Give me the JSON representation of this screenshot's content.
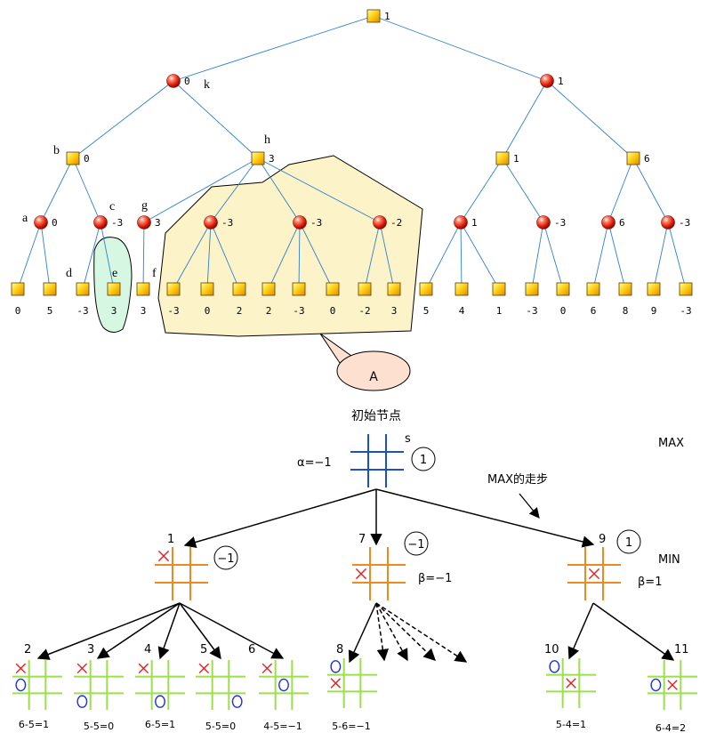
{
  "tree": {
    "nodes": [
      {
        "id": "root",
        "kind": "max",
        "value": "1"
      },
      {
        "id": "k",
        "kind": "min",
        "value": "0",
        "tag": "k"
      },
      {
        "id": "r1",
        "kind": "min",
        "value": "1"
      },
      {
        "id": "b",
        "kind": "max",
        "value": "0",
        "tag": "b"
      },
      {
        "id": "h",
        "kind": "max",
        "value": "3",
        "tag": "h"
      },
      {
        "id": "r2a",
        "kind": "max",
        "value": "1"
      },
      {
        "id": "r2b",
        "kind": "max",
        "value": "6"
      },
      {
        "id": "a",
        "kind": "min",
        "value": "0",
        "tag": "a"
      },
      {
        "id": "c",
        "kind": "min",
        "value": "-3",
        "tag": "c"
      },
      {
        "id": "g",
        "kind": "min",
        "value": "3",
        "tag": "g"
      },
      {
        "id": "h1",
        "kind": "min",
        "value": "-3"
      },
      {
        "id": "h2",
        "kind": "min",
        "value": "-3"
      },
      {
        "id": "h3",
        "kind": "min",
        "value": "-2"
      },
      {
        "id": "r3a",
        "kind": "min",
        "value": "1"
      },
      {
        "id": "r3b",
        "kind": "min",
        "value": "-3"
      },
      {
        "id": "r3c",
        "kind": "min",
        "value": "6"
      },
      {
        "id": "r3d",
        "kind": "min",
        "value": "-3"
      },
      {
        "id": "L1",
        "kind": "max",
        "value": "0"
      },
      {
        "id": "L2",
        "kind": "max",
        "value": "5"
      },
      {
        "id": "L3",
        "kind": "max",
        "value": "-3",
        "tag": "d"
      },
      {
        "id": "L4",
        "kind": "max",
        "value": "3",
        "tag": "e"
      },
      {
        "id": "L5",
        "kind": "max",
        "value": "3",
        "tag": "f"
      },
      {
        "id": "L6",
        "kind": "max",
        "value": "-3"
      },
      {
        "id": "L7",
        "kind": "max",
        "value": "0"
      },
      {
        "id": "L8",
        "kind": "max",
        "value": "2"
      },
      {
        "id": "L9",
        "kind": "max",
        "value": "2"
      },
      {
        "id": "L10",
        "kind": "max",
        "value": "-3"
      },
      {
        "id": "L11",
        "kind": "max",
        "value": "0"
      },
      {
        "id": "L12",
        "kind": "max",
        "value": "-2"
      },
      {
        "id": "L13",
        "kind": "max",
        "value": "3"
      },
      {
        "id": "L14",
        "kind": "max",
        "value": "5"
      },
      {
        "id": "L15",
        "kind": "max",
        "value": "4"
      },
      {
        "id": "L16",
        "kind": "max",
        "value": "1"
      },
      {
        "id": "L17",
        "kind": "max",
        "value": "-3"
      },
      {
        "id": "L18",
        "kind": "max",
        "value": "0"
      },
      {
        "id": "L19",
        "kind": "max",
        "value": "6"
      },
      {
        "id": "L20",
        "kind": "max",
        "value": "8"
      },
      {
        "id": "L21",
        "kind": "max",
        "value": "9"
      },
      {
        "id": "L22",
        "kind": "max",
        "value": "-3"
      }
    ],
    "edges": [
      [
        "root",
        "k"
      ],
      [
        "root",
        "r1"
      ],
      [
        "k",
        "b"
      ],
      [
        "k",
        "h"
      ],
      [
        "r1",
        "r2a"
      ],
      [
        "r1",
        "r2b"
      ],
      [
        "b",
        "a"
      ],
      [
        "b",
        "c"
      ],
      [
        "h",
        "g"
      ],
      [
        "h",
        "h1"
      ],
      [
        "h",
        "h2"
      ],
      [
        "h",
        "h3"
      ],
      [
        "r2a",
        "r3a"
      ],
      [
        "r2a",
        "r3b"
      ],
      [
        "r2b",
        "r3c"
      ],
      [
        "r2b",
        "r3d"
      ],
      [
        "a",
        "L1"
      ],
      [
        "a",
        "L2"
      ],
      [
        "c",
        "L3"
      ],
      [
        "c",
        "L4"
      ],
      [
        "g",
        "L5"
      ],
      [
        "h1",
        "L6"
      ],
      [
        "h1",
        "L7"
      ],
      [
        "h1",
        "L8"
      ],
      [
        "h2",
        "L9"
      ],
      [
        "h2",
        "L10"
      ],
      [
        "h2",
        "L11"
      ],
      [
        "h3",
        "L12"
      ],
      [
        "h3",
        "L13"
      ],
      [
        "r3a",
        "L14"
      ],
      [
        "r3a",
        "L15"
      ],
      [
        "r3a",
        "L16"
      ],
      [
        "r3b",
        "L17"
      ],
      [
        "r3b",
        "L18"
      ],
      [
        "r3c",
        "L19"
      ],
      [
        "r3c",
        "L20"
      ],
      [
        "r3d",
        "L21"
      ],
      [
        "r3d",
        "L22"
      ]
    ],
    "callout_label": "A",
    "colors": {
      "edge": "#2f7fd0",
      "cut_region": "#fcf4c8",
      "cut_region_small": "#d6f7e2",
      "callout": "#fde0d0"
    }
  },
  "game": {
    "title": "初始节点",
    "root_tag": "s",
    "root_value": "1",
    "alpha": "α=−1",
    "max_label": "MAX",
    "min_label": "MIN",
    "note": "MAX的走步",
    "children": [
      {
        "num": "1",
        "value": "−1",
        "bound": ""
      },
      {
        "num": "7",
        "value": "−1",
        "bound": "β=−1"
      },
      {
        "num": "9",
        "value": "1",
        "bound": "β=1"
      }
    ],
    "leaves": [
      {
        "num": "2",
        "score": "6-5=1"
      },
      {
        "num": "3",
        "score": "5-5=0"
      },
      {
        "num": "4",
        "score": "6-5=1"
      },
      {
        "num": "5",
        "score": "5-5=0"
      },
      {
        "num": "6",
        "score": "4-5=−1"
      },
      {
        "num": "8",
        "score": "5-6=−1"
      },
      {
        "num": "10",
        "score": "5-4=1"
      },
      {
        "num": "11",
        "score": "6-4=2"
      }
    ],
    "colors": {
      "root_grid": "#1a4fd0",
      "min_grid": "#f08a20",
      "leaf_grid": "#9be04a",
      "x_mark": "#e02020",
      "o_mark": "#2030e0"
    }
  }
}
